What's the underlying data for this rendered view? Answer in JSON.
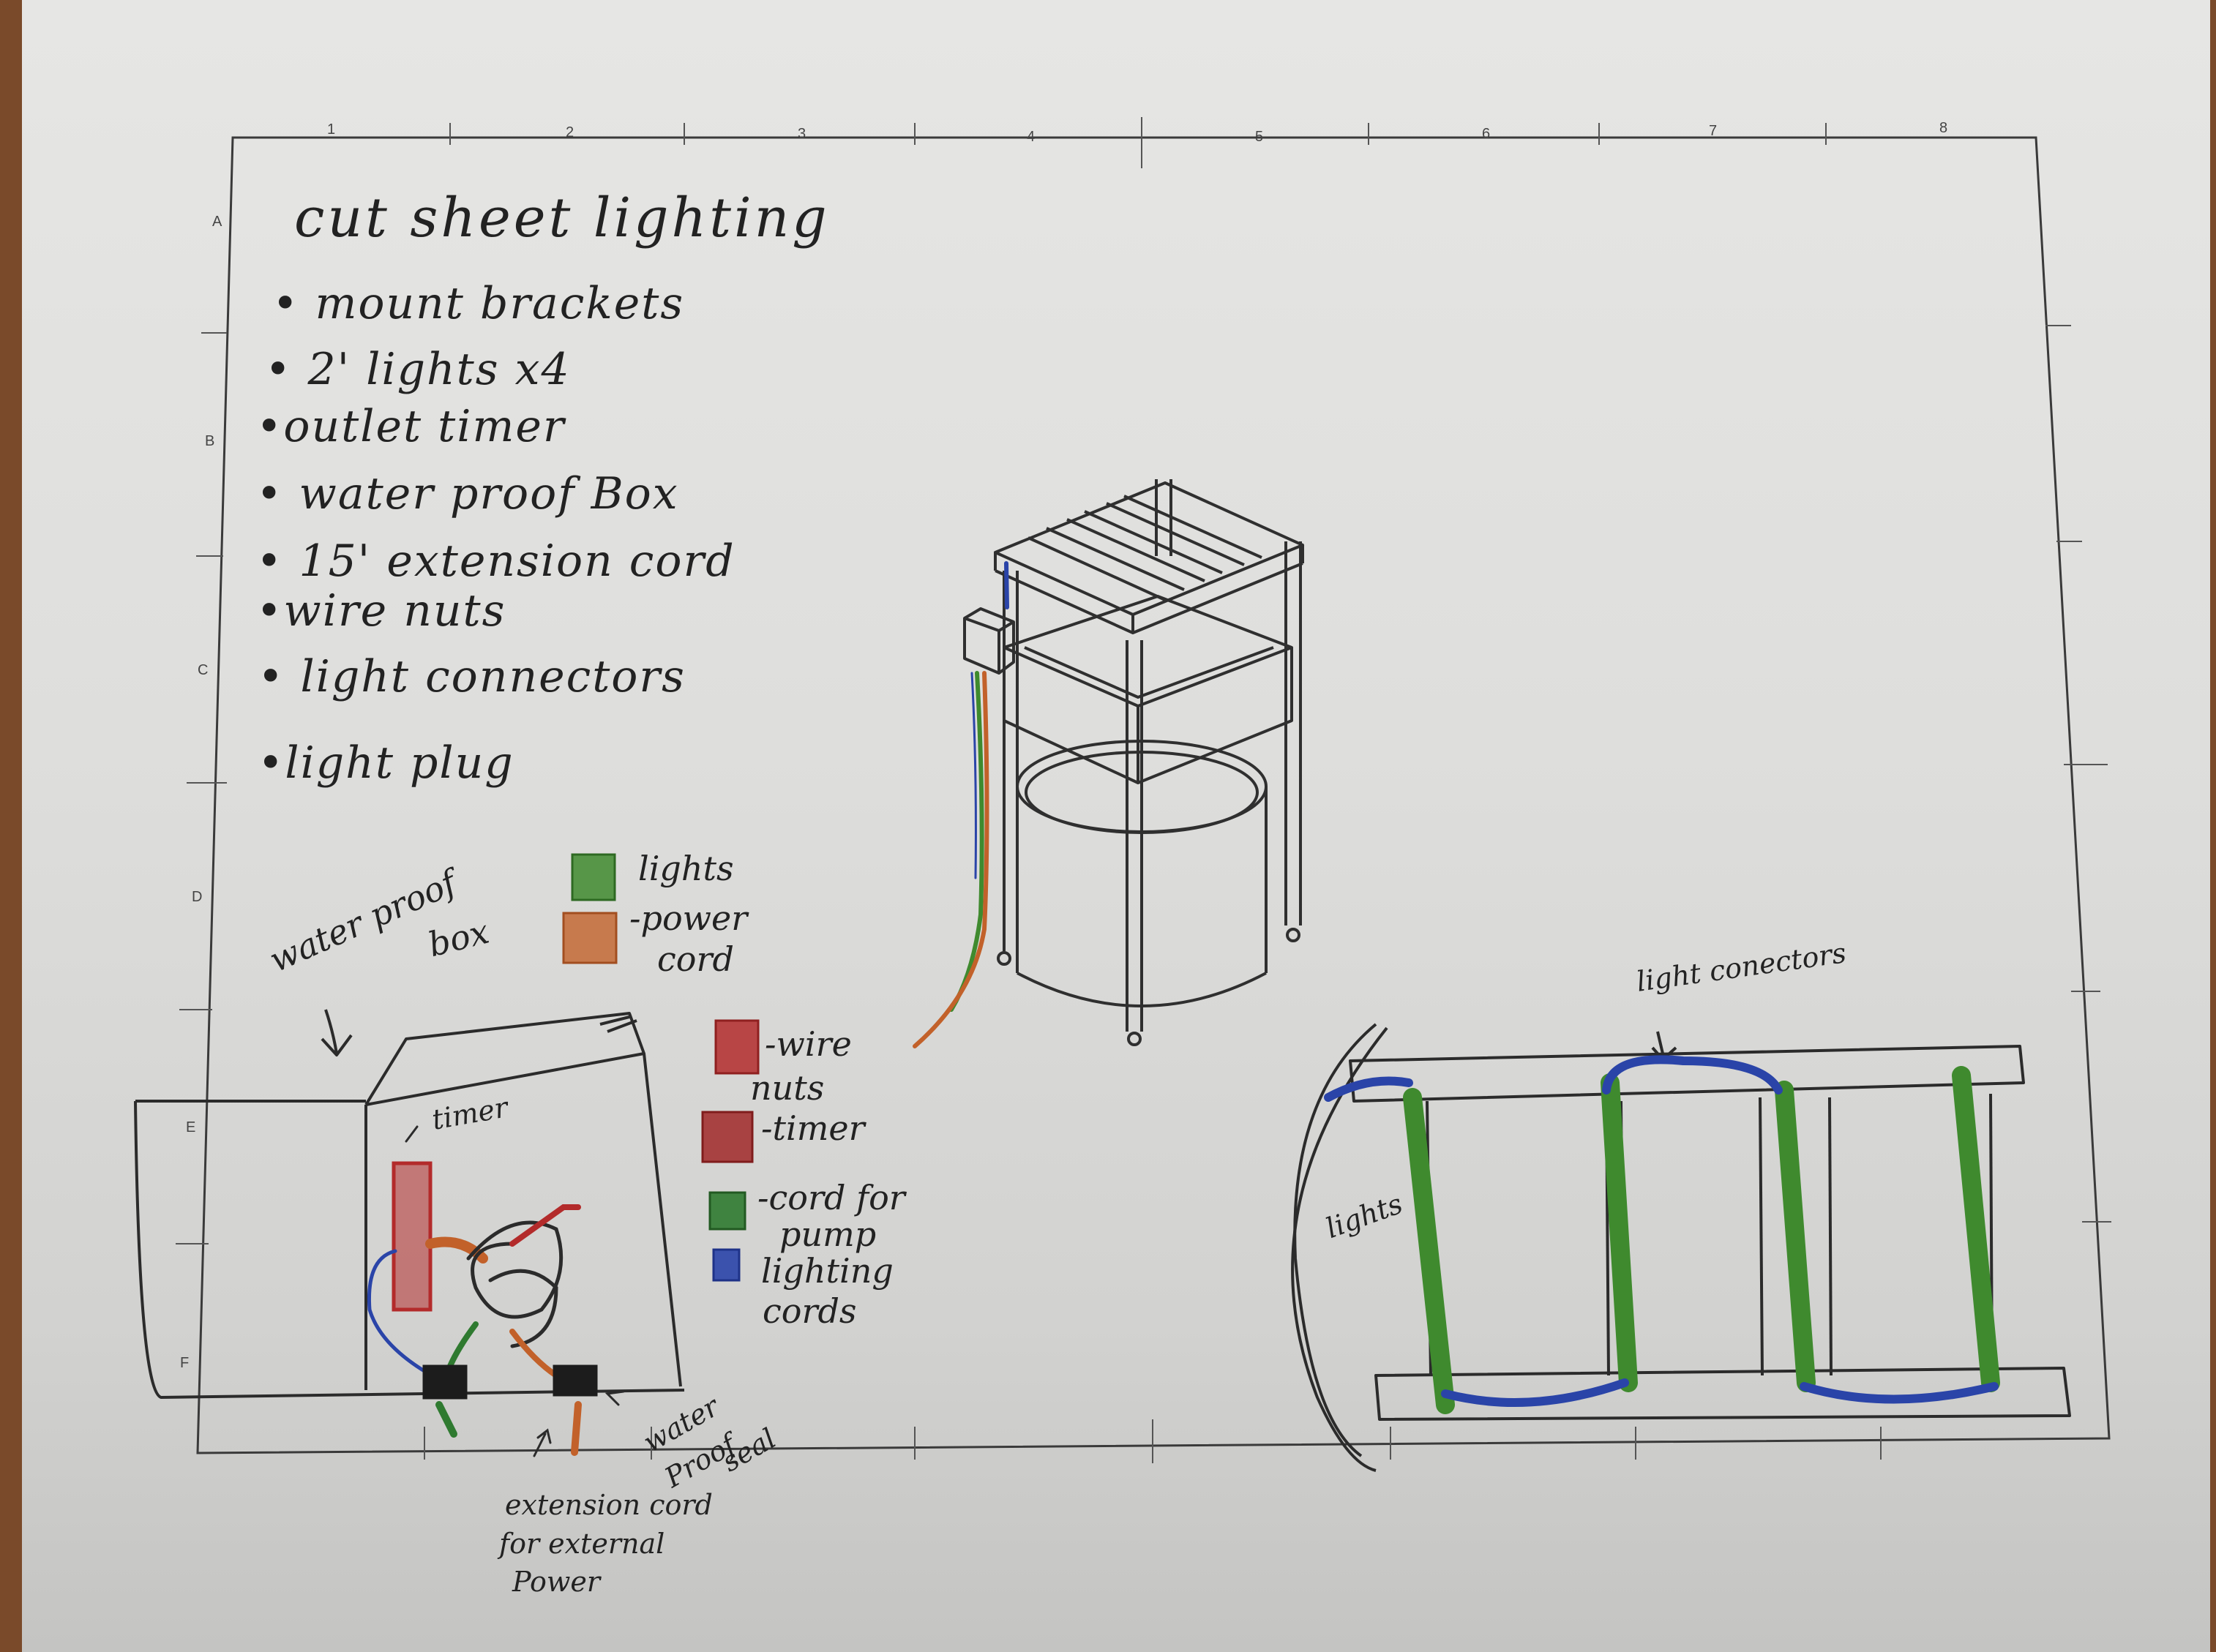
{
  "title": "cut sheet lighting",
  "parts_list": [
    "• mount brackets",
    "• 2' lights x4",
    "•outlet timer",
    "• water proof Box",
    "• 15' extension cord",
    "•wire nuts",
    "• light connectors",
    "•light plug"
  ],
  "legend": [
    {
      "label": "lights",
      "color": "#3f8a2e"
    },
    {
      "label": "-power",
      "label2": "cord",
      "color": "#c2612a"
    },
    {
      "label": "-wire",
      "label2": "nuts",
      "color": "#b32b2b"
    },
    {
      "label": "-timer",
      "color": "#a02828"
    },
    {
      "label": "-cord for",
      "label2": "pump",
      "color": "#2f7a30"
    },
    {
      "label": "lighting",
      "label2": "cords",
      "color": "#2a44a8"
    }
  ],
  "box_labels": {
    "waterproof_1": "water proof",
    "waterproof_2": "box",
    "timer": "timer",
    "extension_1": "extension cord",
    "extension_2": "for external",
    "extension_3": "Power",
    "seal_1": "water",
    "seal_2": "Proof",
    "seal_3": "seal"
  },
  "lights_labels": {
    "connectors": "light conectors",
    "lights": "lights"
  },
  "frame": {
    "columns": [
      "1",
      "2",
      "3",
      "4",
      "5",
      "6",
      "7",
      "8"
    ],
    "rows": [
      "A",
      "B",
      "C",
      "D",
      "E",
      "F"
    ]
  },
  "colors": {
    "blue": "#2a44a8",
    "green": "#3f8a2e",
    "orange": "#c2612a",
    "red": "#b32b2b",
    "pencil": "#2b2b2b"
  }
}
